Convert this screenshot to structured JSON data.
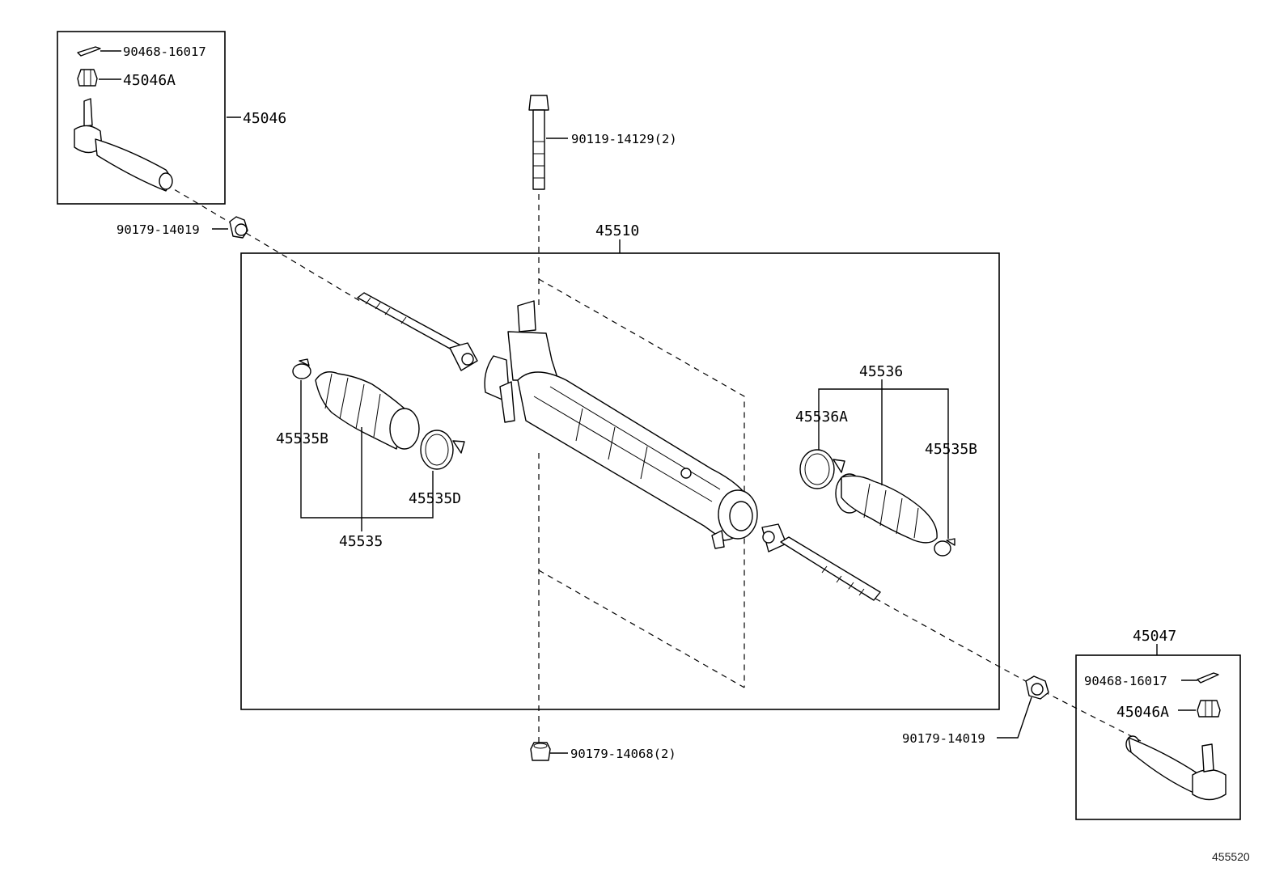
{
  "diagram": {
    "labels": {
      "cotter_pin_left": "90468-16017",
      "nut_left": "45046A",
      "tie_rod_end_left": "45046",
      "lock_nut_left": "90179-14019",
      "bolt_top": "90119-14129(2)",
      "rack_assembly": "45510",
      "boot_assy_right": "45536",
      "clamp_right_a": "45536A",
      "clamp_right_b": "45535B",
      "clamp_left_b": "45535B",
      "clamp_left_d": "45535D",
      "boot_assy_left": "45535",
      "tie_rod_end_right": "45047",
      "cotter_pin_right": "90468-16017",
      "nut_right": "45046A",
      "lock_nut_right": "90179-14019",
      "nut_bottom": "90179-14068(2)"
    },
    "footer_code": "455520"
  }
}
